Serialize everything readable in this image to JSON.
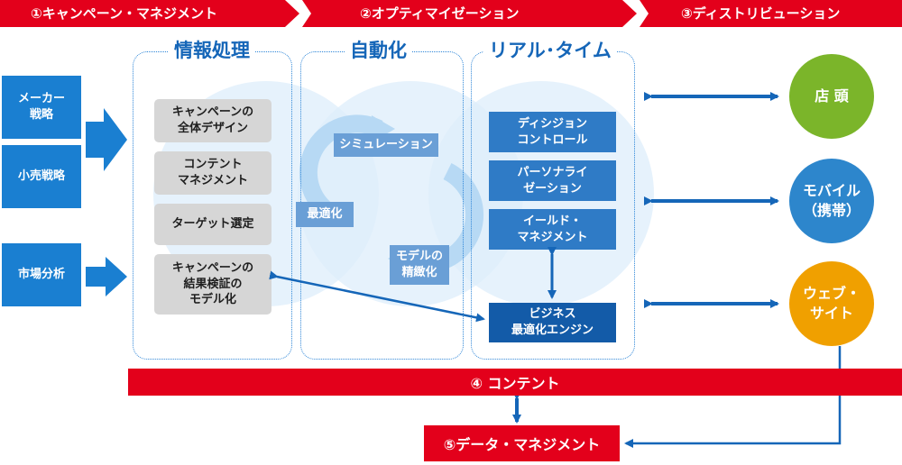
{
  "banners": [
    {
      "label": "①キャンペーン・マネジメント"
    },
    {
      "label": "②オプティマイゼーション"
    },
    {
      "label": "③ディストリビューション"
    }
  ],
  "inputs": [
    {
      "label": "メーカー\n戦略"
    },
    {
      "label": "小売戦略"
    },
    {
      "label": "市場分析"
    }
  ],
  "sections": {
    "info": {
      "title": "情報処理",
      "items": [
        {
          "label": "キャンペーンの\n全体デザイン"
        },
        {
          "label": "コンテント\nマネジメント"
        },
        {
          "label": "ターゲット選定"
        },
        {
          "label": "キャンペーンの\n結果検証の\nモデル化"
        }
      ]
    },
    "auto": {
      "title": "自動化",
      "labels": {
        "simulation": "シミュレーション",
        "optimize": "最適化",
        "refine": "モデルの\n精緻化"
      }
    },
    "realtime": {
      "title": "リアル･タイム",
      "items": [
        {
          "label": "ディシジョン\nコントロール"
        },
        {
          "label": "パーソナライ\nゼーション"
        },
        {
          "label": "イールド・\nマネジメント"
        }
      ],
      "engine": "ビジネス\n最適化エンジン"
    }
  },
  "channels": [
    {
      "label": "店 頭",
      "color": "#7bb52a"
    },
    {
      "label": "モバイル\n（携帯）",
      "color": "#2d86cc"
    },
    {
      "label": "ウェブ・\nサイト",
      "color": "#f0a000"
    }
  ],
  "content_bar": "④ コンテント",
  "data_mgmt": "⑤データ・マネジメント",
  "colors": {
    "red": "#e3001b",
    "blue": "#1a7fd1",
    "dark_blue": "#135ba8"
  }
}
